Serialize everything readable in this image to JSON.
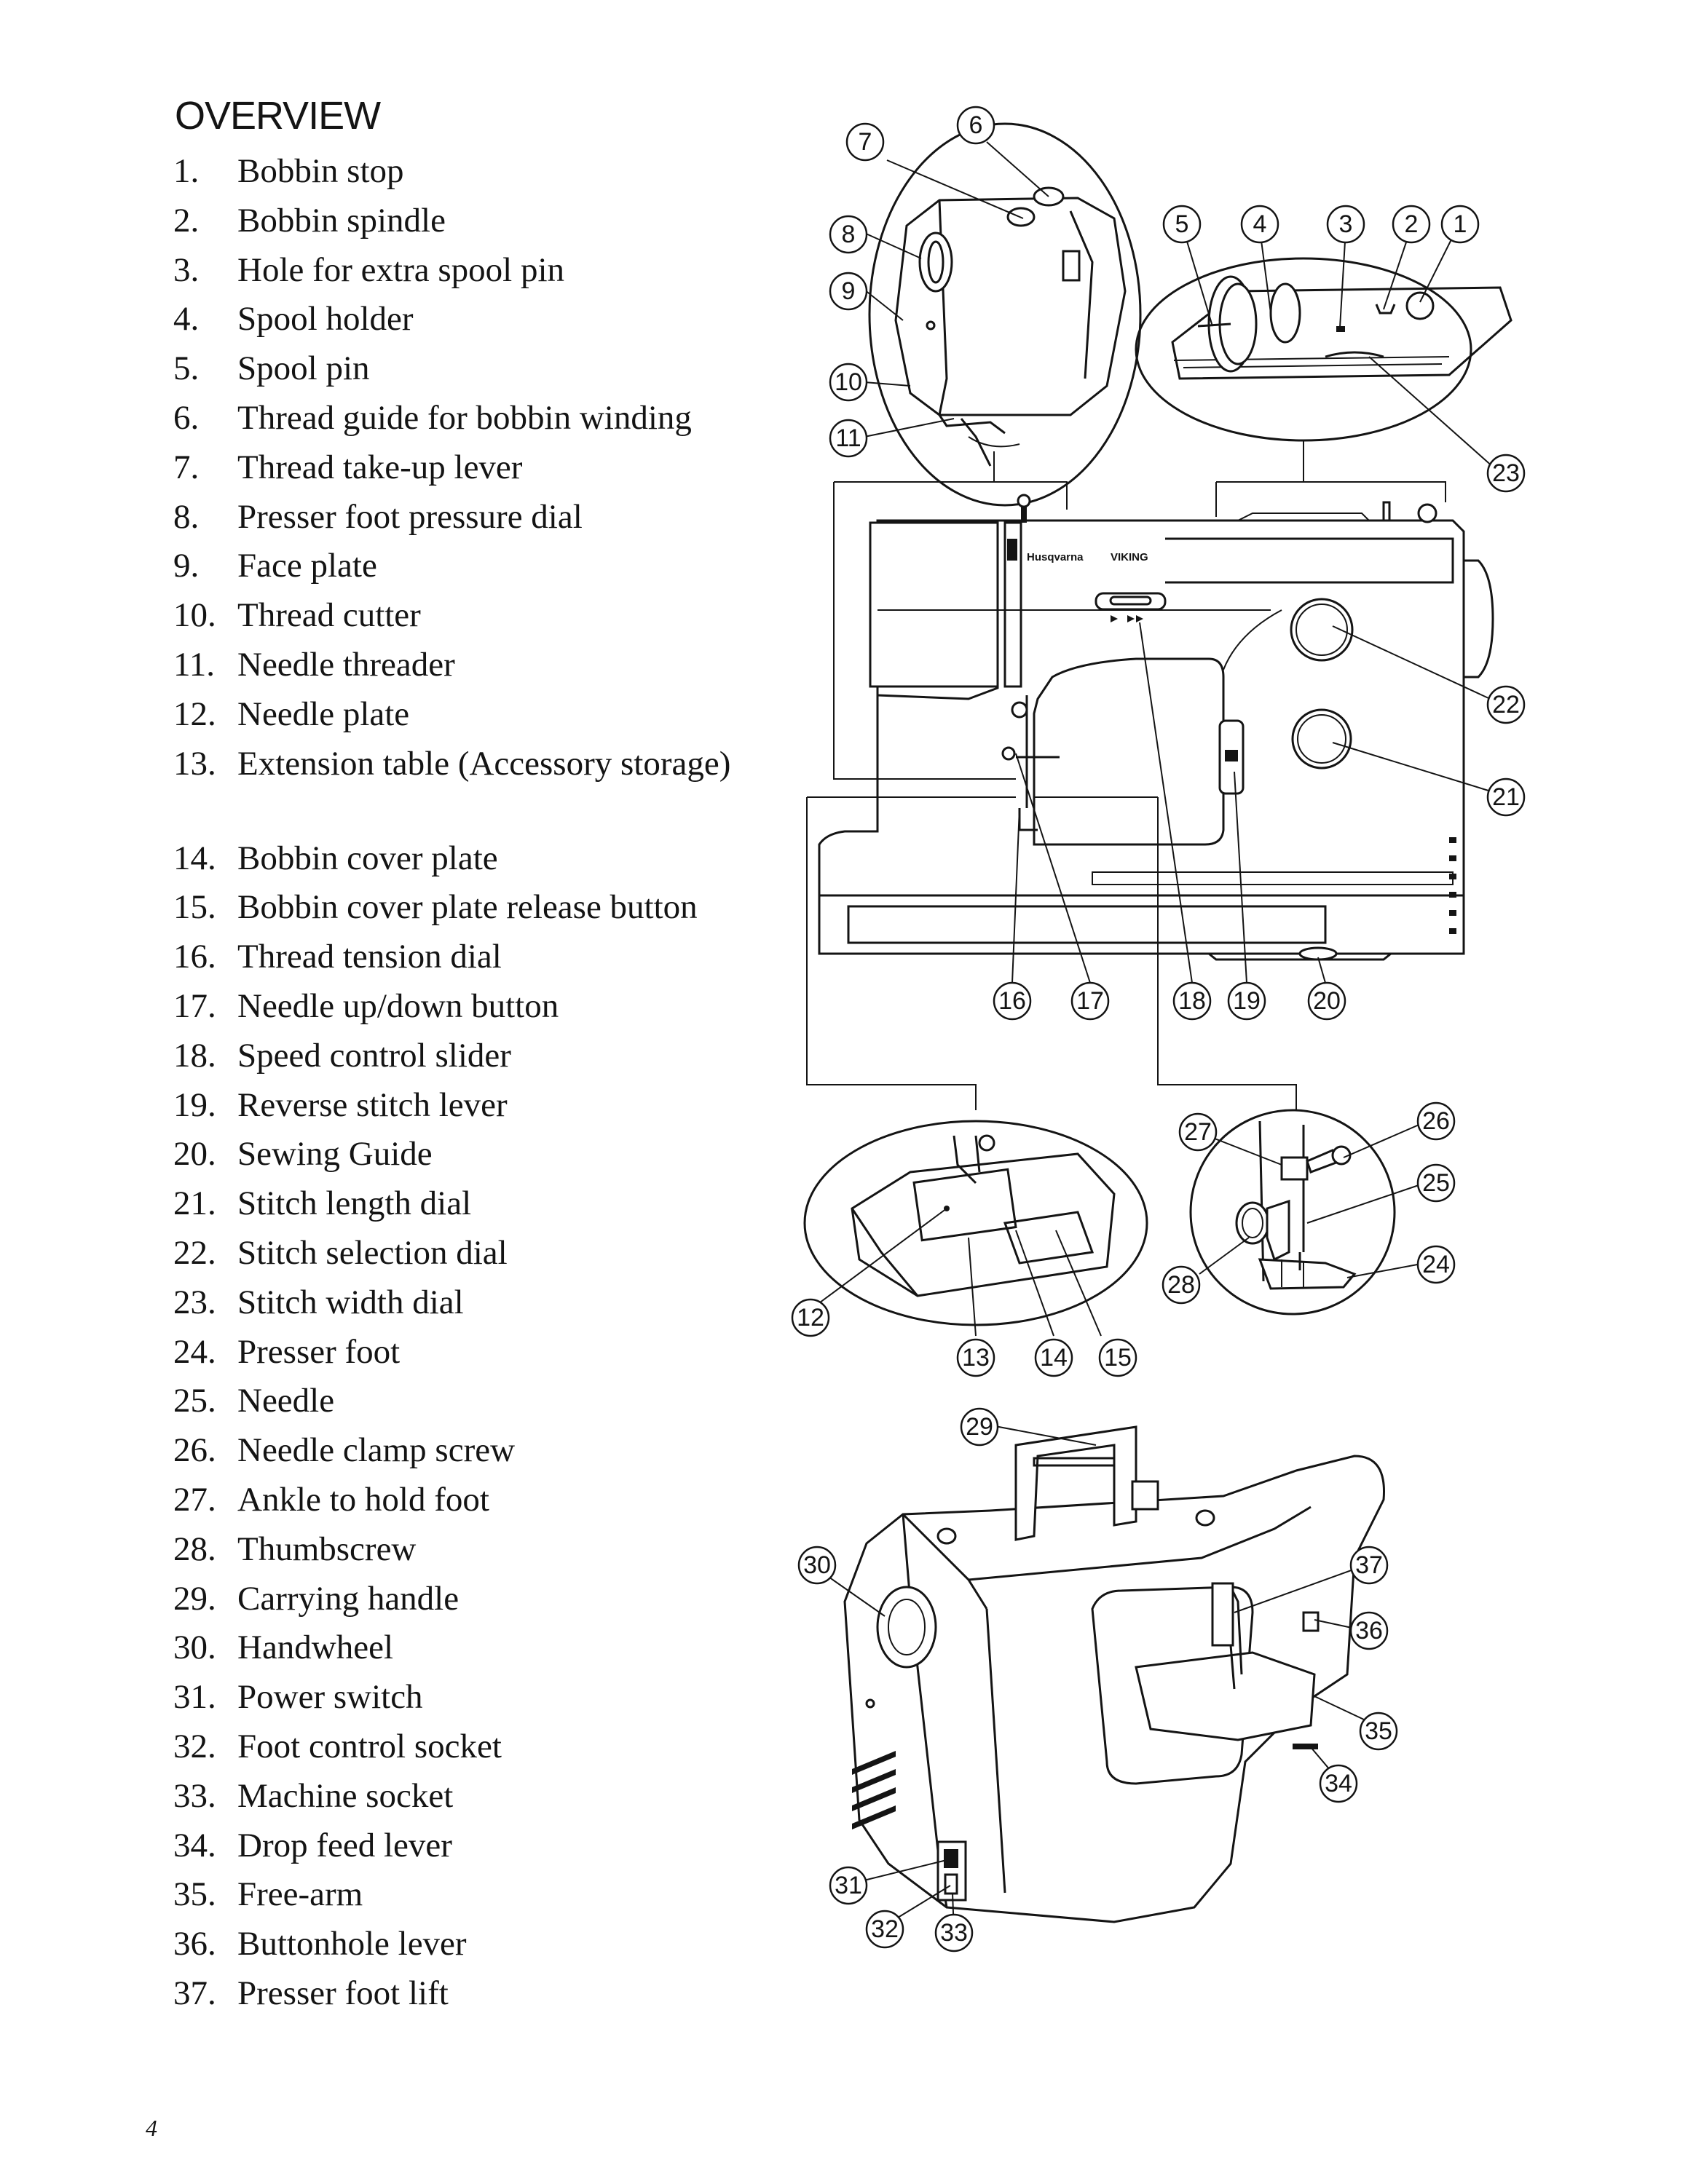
{
  "heading": "OVERVIEW",
  "parts": [
    {
      "num": "1.",
      "label": "Bobbin stop"
    },
    {
      "num": "2.",
      "label": "Bobbin spindle"
    },
    {
      "num": "3.",
      "label": "Hole for extra spool pin"
    },
    {
      "num": "4.",
      "label": "Spool holder"
    },
    {
      "num": "5.",
      "label": "Spool pin"
    },
    {
      "num": "6.",
      "label": "Thread guide for bobbin winding"
    },
    {
      "num": "7.",
      "label": "Thread take-up lever"
    },
    {
      "num": "8.",
      "label": "Presser foot pressure dial"
    },
    {
      "num": "9.",
      "label": "Face plate"
    },
    {
      "num": "10.",
      "label": "Thread cutter"
    },
    {
      "num": "11.",
      "label": "Needle threader"
    },
    {
      "num": "12.",
      "label": "Needle plate"
    },
    {
      "num": "13.",
      "label": "Extension table (Accessory storage)"
    },
    {
      "num": "14.",
      "label": "Bobbin cover plate"
    },
    {
      "num": "15.",
      "label": "Bobbin cover plate release button"
    },
    {
      "num": "16.",
      "label": "Thread tension dial"
    },
    {
      "num": "17.",
      "label": "Needle up/down button"
    },
    {
      "num": "18.",
      "label": "Speed control slider"
    },
    {
      "num": "19.",
      "label": "Reverse stitch lever"
    },
    {
      "num": "20.",
      "label": "Sewing Guide"
    },
    {
      "num": "21.",
      "label": "Stitch length dial"
    },
    {
      "num": "22.",
      "label": "Stitch selection dial"
    },
    {
      "num": "23.",
      "label": "Stitch width dial"
    },
    {
      "num": "24.",
      "label": "Presser foot"
    },
    {
      "num": "25.",
      "label": "Needle"
    },
    {
      "num": "26.",
      "label": "Needle clamp screw"
    },
    {
      "num": "27.",
      "label": "Ankle to hold foot"
    },
    {
      "num": "28.",
      "label": "Thumbscrew"
    },
    {
      "num": "29.",
      "label": "Carrying handle"
    },
    {
      "num": "30.",
      "label": "Handwheel"
    },
    {
      "num": "31.",
      "label": "Power switch"
    },
    {
      "num": "32.",
      "label": "Foot control socket"
    },
    {
      "num": "33.",
      "label": "Machine socket"
    },
    {
      "num": "34.",
      "label": "Drop feed lever"
    },
    {
      "num": "35.",
      "label": "Free-arm"
    },
    {
      "num": "36.",
      "label": "Buttonhole lever"
    },
    {
      "num": "37.",
      "label": "Presser foot lift"
    }
  ],
  "diagram": {
    "brand_left": "Husqvarna",
    "brand_right": "VIKING",
    "callout_numbers": [
      "1",
      "2",
      "3",
      "4",
      "5",
      "6",
      "7",
      "8",
      "9",
      "10",
      "11",
      "12",
      "13",
      "14",
      "15",
      "16",
      "17",
      "18",
      "19",
      "20",
      "21",
      "22",
      "23",
      "24",
      "25",
      "26",
      "27",
      "28",
      "29",
      "30",
      "31",
      "32",
      "33",
      "34",
      "35",
      "36",
      "37"
    ]
  },
  "page_number": "4"
}
